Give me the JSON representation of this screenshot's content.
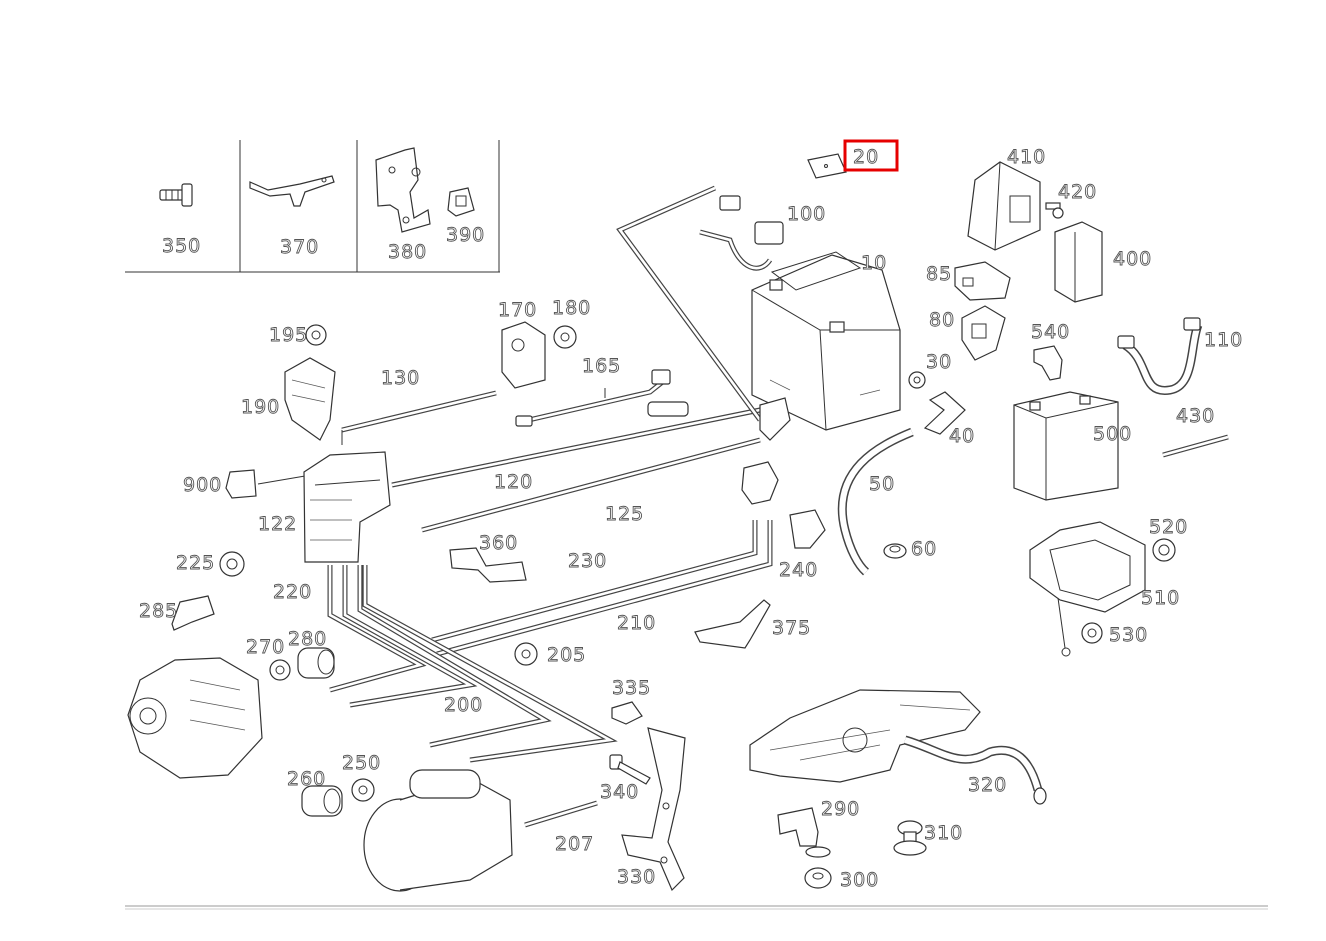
{
  "diagram": {
    "highlight_color": "#e60000",
    "line_color": "#333333",
    "highlighted_part": "20",
    "inset_labels": [
      "350",
      "370",
      "380",
      "390"
    ],
    "part_labels": {
      "p10": "10",
      "p20": "20",
      "p30": "30",
      "p40": "40",
      "p50": "50",
      "p60": "60",
      "p80": "80",
      "p85": "85",
      "p100": "100",
      "p110": "110",
      "p120": "120",
      "p122": "122",
      "p125": "125",
      "p130": "130",
      "p165": "165",
      "p170": "170",
      "p180": "180",
      "p190": "190",
      "p195": "195",
      "p200": "200",
      "p205": "205",
      "p207": "207",
      "p210": "210",
      "p220": "220",
      "p225": "225",
      "p230": "230",
      "p240": "240",
      "p250": "250",
      "p260": "260",
      "p270": "270",
      "p280": "280",
      "p285": "285",
      "p290": "290",
      "p300": "300",
      "p310": "310",
      "p320": "320",
      "p330": "330",
      "p335": "335",
      "p340": "340",
      "p360": "360",
      "p375": "375",
      "p400": "400",
      "p410": "410",
      "p420": "420",
      "p430": "430",
      "p500": "500",
      "p510": "510",
      "p520": "520",
      "p530": "530",
      "p540": "540",
      "p900": "900"
    }
  }
}
